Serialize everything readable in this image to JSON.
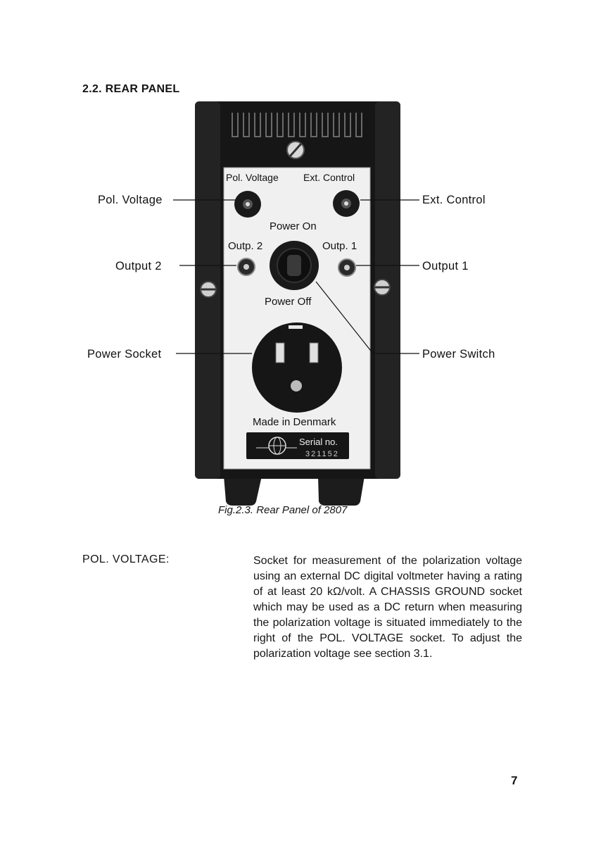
{
  "section": {
    "heading": "2.2. REAR PANEL"
  },
  "figure": {
    "caption": "Fig.2.3.  Rear Panel of 2807",
    "panel": {
      "pol_voltage": "Pol. Voltage",
      "ext_control": "Ext. Control",
      "power_on": "Power On",
      "outp2": "Outp. 2",
      "outp1": "Outp. 1",
      "power_off": "Power Off",
      "made_in": "Made in Denmark",
      "serial_label": "Serial no.",
      "serial_number": "321152"
    },
    "callouts": {
      "pol_voltage": "Pol. Voltage",
      "ext_control": "Ext. Control",
      "output_2": "Output 2",
      "output_1": "Output 1",
      "power_socket": "Power Socket",
      "power_switch": "Power Switch"
    }
  },
  "description": {
    "term": "POL. VOLTAGE:",
    "text": "Socket for measurement of the polarization voltage using an external DC digital voltmeter having a rating of at least 20 kΩ/volt. A CHASSIS GROUND socket which may be used as a DC return when measuring the polarization voltage is situated immediately to the right of the POL. VOLTAGE socket. To adjust the polarization voltage see section 3.1."
  },
  "page": {
    "number": "7"
  }
}
